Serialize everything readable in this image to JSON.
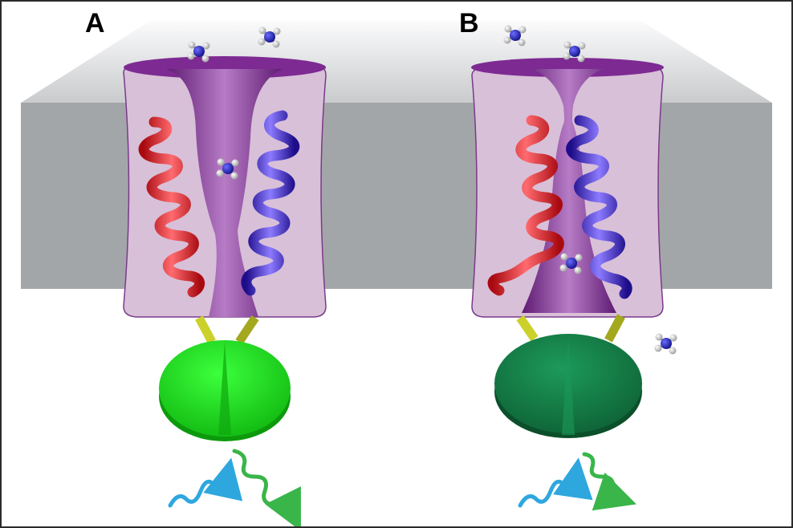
{
  "panels": [
    {
      "label": "A",
      "state": "open-pore",
      "fluorophore": "bright"
    },
    {
      "label": "B",
      "state": "closed-pore",
      "fluorophore": "dim"
    }
  ],
  "colors": {
    "membrane_top": "#e9eaec",
    "membrane_front": "#a3a6a8",
    "channel_body": "#d8c0d8",
    "channel_outline": "#7a3a8a",
    "pore": "#7d2a93",
    "helix_left": "#e0161c",
    "helix_right": "#3418c8",
    "linker": "#cbd12a",
    "fluor_bright": "#1fd21f",
    "fluor_dim": "#137c45",
    "excitation_wave": "#2ea7df",
    "emission_wave": "#3ab54a",
    "ammonium_n": "#1c1cb5",
    "ammonium_h": "#f2f2f2"
  },
  "icons": [
    "ammonium-molecule-icon",
    "excitation-photon-icon",
    "emission-photon-icon"
  ]
}
